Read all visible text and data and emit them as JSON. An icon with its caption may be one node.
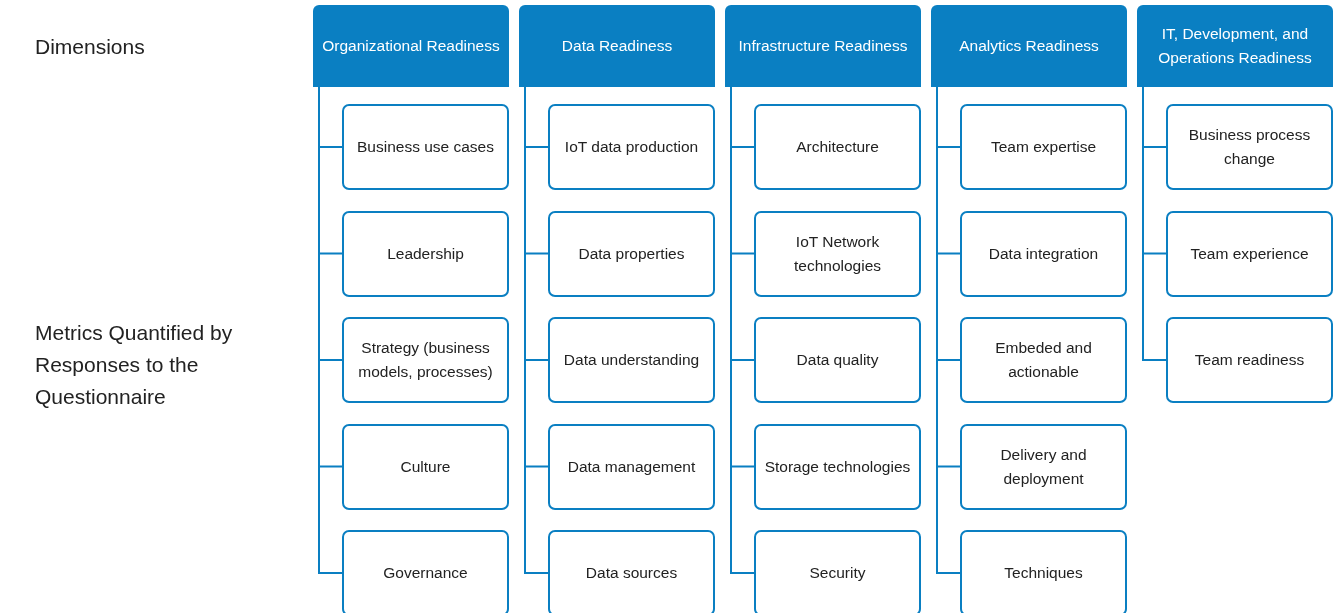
{
  "diagram": {
    "nodes": [
      {
        "text": [
          "Organizational Readiness"
        ]
      },
      {
        "text": [
          "Business use cases"
        ]
      },
      {
        "text": [
          "Leadership"
        ]
      },
      {
        "text": [
          "Strategy (business models, processes)"
        ]
      },
      {
        "text": [
          "Culture"
        ]
      },
      {
        "text": [
          "Governance"
        ]
      },
      {
        "text": [
          "Data Readiness"
        ]
      },
      {
        "text": [
          "IoT data production"
        ]
      },
      {
        "text": [
          "Data properties"
        ]
      },
      {
        "text": [
          "Data understanding"
        ]
      },
      {
        "text": [
          "Data management"
        ]
      },
      {
        "text": [
          "Data sources"
        ]
      },
      {
        "text": [
          "Infrastructure Readiness"
        ]
      },
      {
        "text": [
          "Architecture"
        ]
      },
      {
        "text": [
          "IoT Network technologies"
        ]
      },
      {
        "text": [
          "Data quality"
        ]
      },
      {
        "text": [
          "Storage technologies"
        ]
      },
      {
        "text": [
          "Security"
        ]
      },
      {
        "text": [
          "Analytics Readiness"
        ]
      },
      {
        "text": [
          "Team expertise"
        ]
      },
      {
        "text": [
          "Data integration"
        ]
      },
      {
        "text": [
          "Embeded and actionable"
        ]
      },
      {
        "text": [
          "Delivery and deployment"
        ]
      },
      {
        "text": [
          "Techniques"
        ]
      },
      {
        "text": [
          "IT, Development, and Operations Readiness"
        ]
      },
      {
        "text": [
          "Business process change"
        ]
      },
      {
        "text": [
          "Team experience"
        ]
      },
      {
        "text": [
          "Team readiness"
        ]
      }
    ],
    "edges": [
      {
        "from": 0,
        "to": 1,
        "arrow": "none"
      },
      {
        "from": 0,
        "to": 2,
        "arrow": "none"
      },
      {
        "from": 0,
        "to": 3,
        "arrow": "none"
      },
      {
        "from": 0,
        "to": 4,
        "arrow": "none"
      },
      {
        "from": 0,
        "to": 5,
        "arrow": "none"
      },
      {
        "from": 6,
        "to": 7,
        "arrow": "none"
      },
      {
        "from": 6,
        "to": 8,
        "arrow": "none"
      },
      {
        "from": 6,
        "to": 9,
        "arrow": "none"
      },
      {
        "from": 6,
        "to": 10,
        "arrow": "none"
      },
      {
        "from": 6,
        "to": 11,
        "arrow": "none"
      },
      {
        "from": 12,
        "to": 13,
        "arrow": "none"
      },
      {
        "from": 12,
        "to": 14,
        "arrow": "none"
      },
      {
        "from": 12,
        "to": 15,
        "arrow": "none"
      },
      {
        "from": 12,
        "to": 16,
        "arrow": "none"
      },
      {
        "from": 12,
        "to": 17,
        "arrow": "none"
      },
      {
        "from": 18,
        "to": 19,
        "arrow": "none"
      },
      {
        "from": 18,
        "to": 20,
        "arrow": "none"
      },
      {
        "from": 18,
        "to": 21,
        "arrow": "none"
      },
      {
        "from": 18,
        "to": 22,
        "arrow": "none"
      },
      {
        "from": 18,
        "to": 23,
        "arrow": "none"
      },
      {
        "from": 24,
        "to": 25,
        "arrow": "none"
      },
      {
        "from": 24,
        "to": 26,
        "arrow": "none"
      },
      {
        "from": 24,
        "to": 27,
        "arrow": "none"
      }
    ],
    "labels": [
      "Dimensions",
      "Metrics Quantified by Responses to the Questionnaire"
    ]
  }
}
